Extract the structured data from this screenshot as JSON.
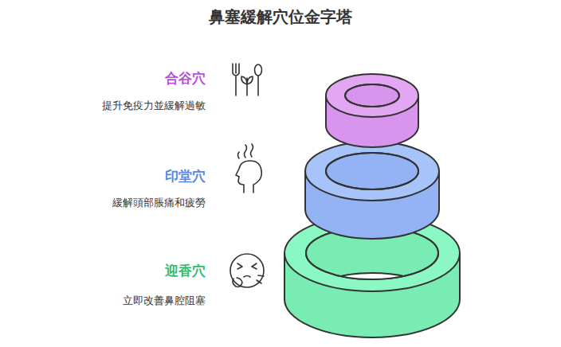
{
  "diagram": {
    "title": "鼻塞緩解穴位金字塔",
    "nodes": [
      {
        "text": [
          "合谷穴",
          "提升免疫力並緩解過敏"
        ]
      },
      {
        "text": [
          "印堂穴",
          "緩解頭部脹痛和疲勞"
        ]
      },
      {
        "text": [
          "迎香穴",
          "立即改善鼻腔阻塞"
        ]
      }
    ]
  }
}
